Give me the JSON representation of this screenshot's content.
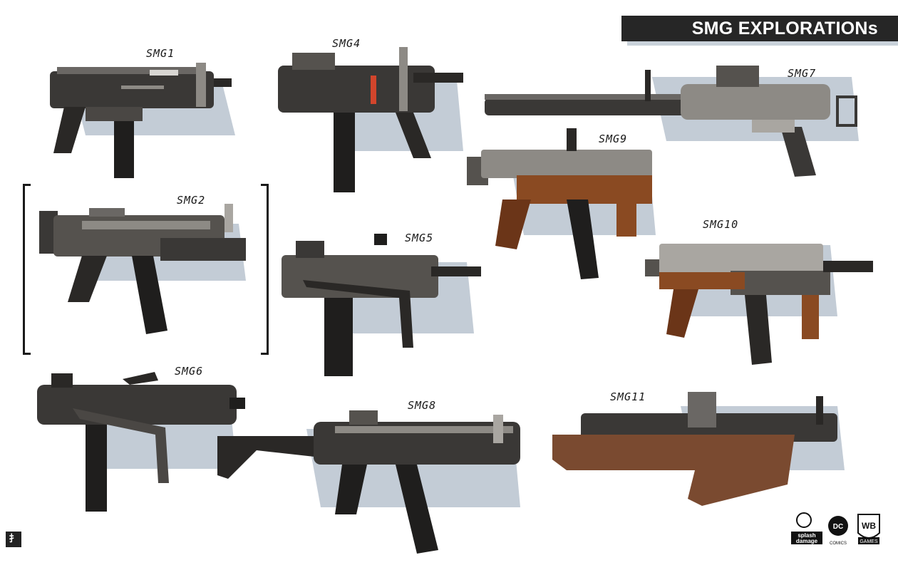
{
  "title": "SMG EXPLORATIONs",
  "weapons": [
    {
      "label": "SMG1"
    },
    {
      "label": "SMG2"
    },
    {
      "label": "SMG4"
    },
    {
      "label": "SMG5"
    },
    {
      "label": "SMG6"
    },
    {
      "label": "SMG7"
    },
    {
      "label": "SMG8"
    },
    {
      "label": "SMG9"
    },
    {
      "label": "SMG10"
    },
    {
      "label": "SMG11"
    }
  ],
  "colors": {
    "metal_dark": "#2e2c2a",
    "metal_mid": "#55524e",
    "metal_light": "#8d8a85",
    "wood": "#8a4a22",
    "wood_dark": "#6b3518",
    "shadow": "#c3ccd6",
    "accent_red": "#d2452c"
  },
  "logos": {
    "publisher_1": "splash damage",
    "publisher_2": "DC COMICS",
    "publisher_3": "WB GAMES"
  }
}
